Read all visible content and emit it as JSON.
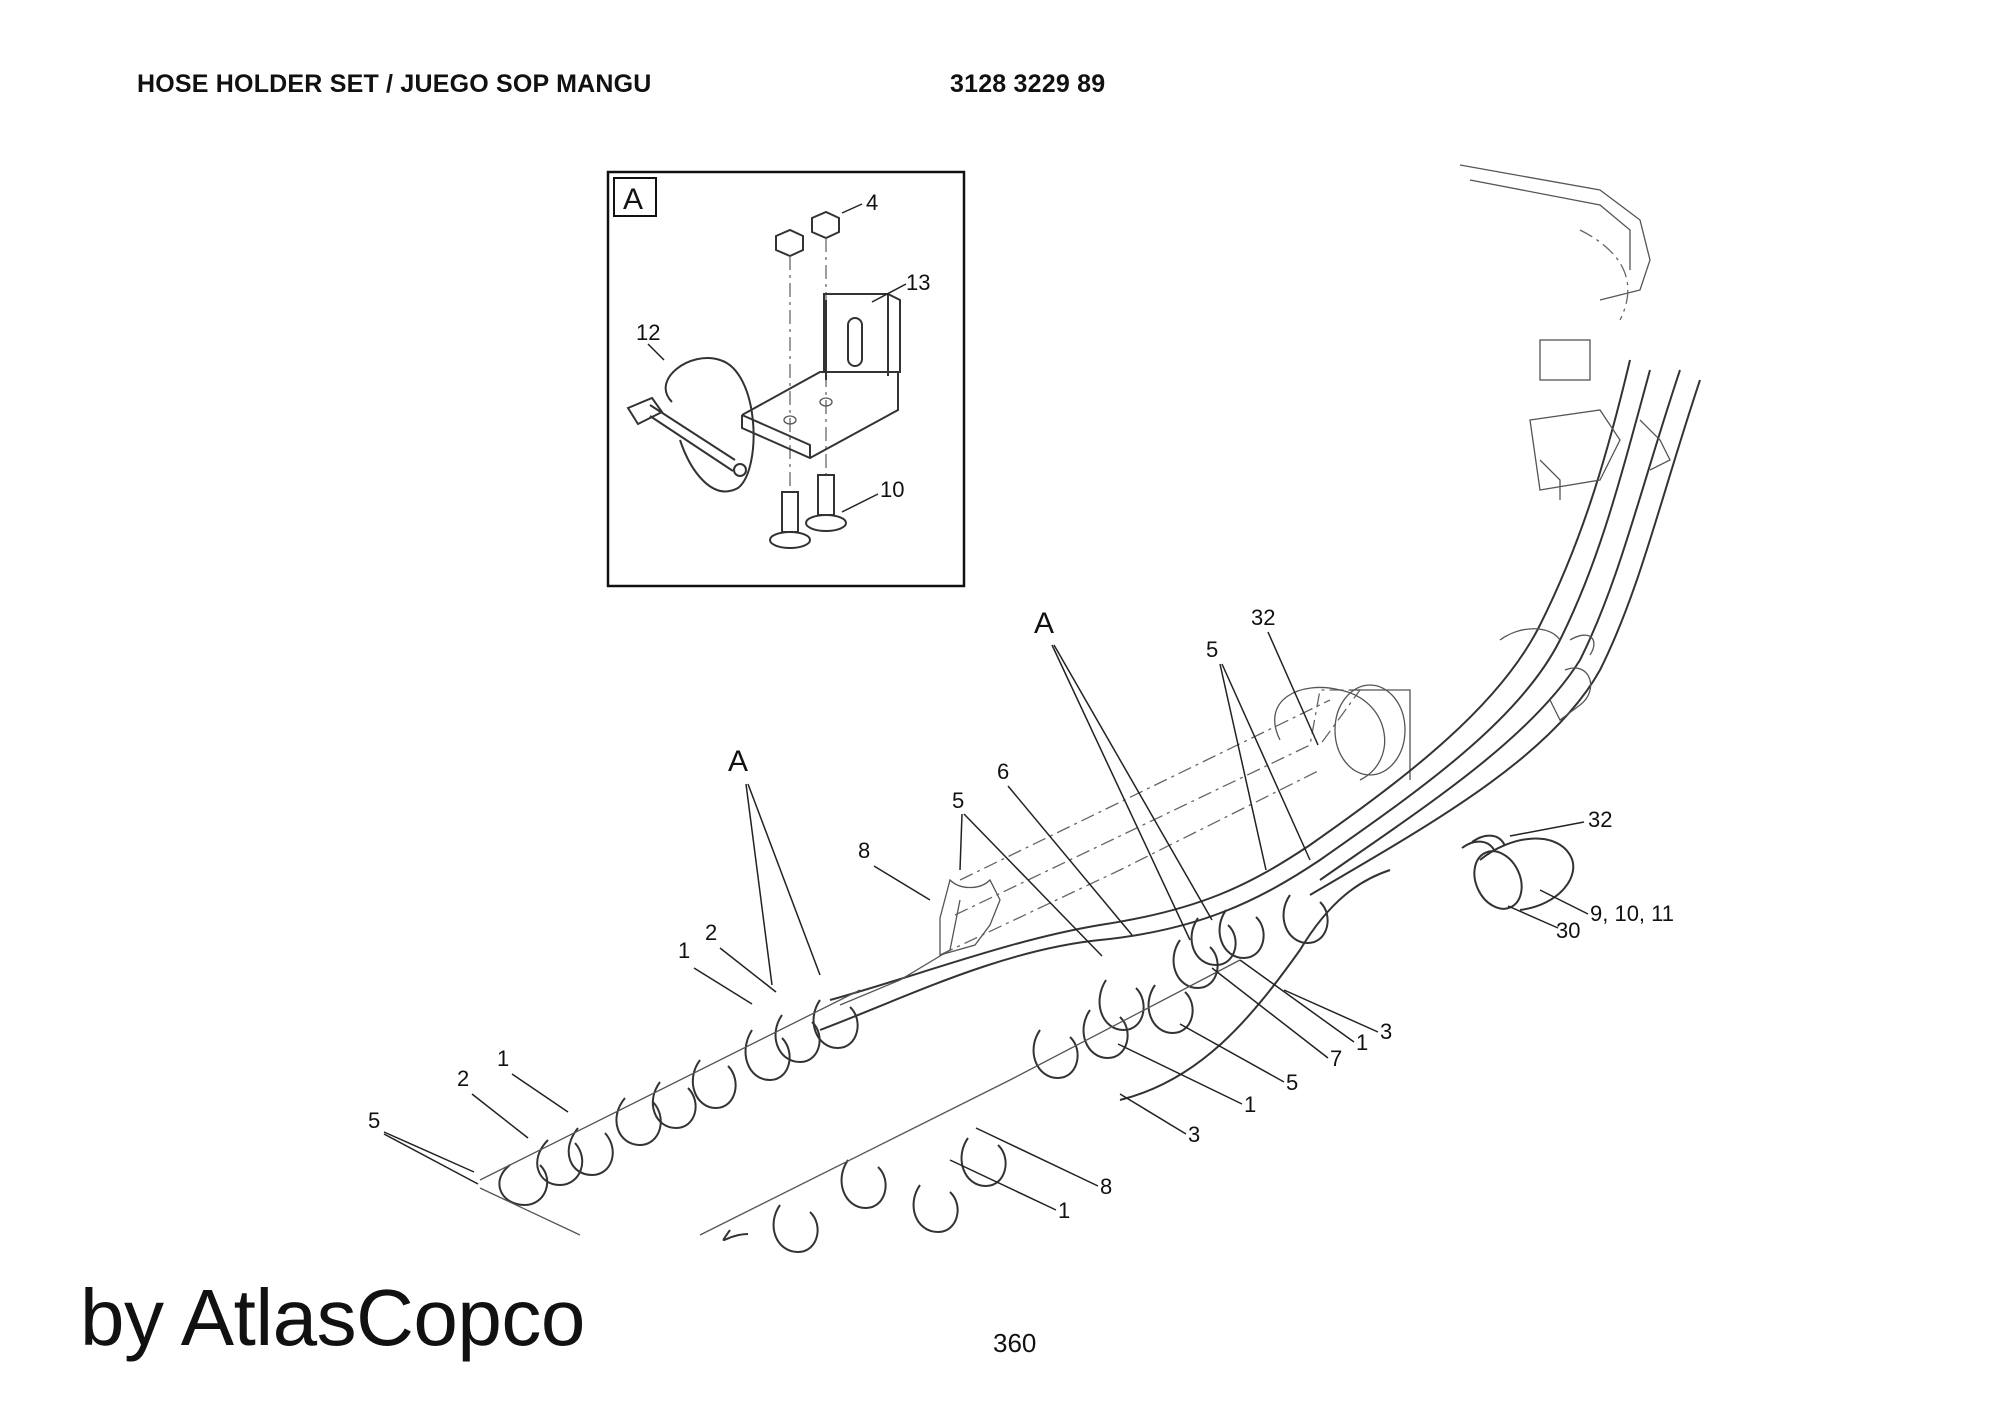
{
  "header": {
    "title": "HOSE HOLDER SET / JUEGO SOP MANGU",
    "part_number": "3128 3229 89"
  },
  "detail_box": {
    "label": "A",
    "callouts": [
      "4",
      "13",
      "12",
      "10"
    ]
  },
  "callouts": {
    "a1": "A",
    "a2": "A",
    "c32a": "32",
    "c5a": "5",
    "c6": "6",
    "c5b": "5",
    "c8a": "8",
    "c2a": "2",
    "c1a": "1",
    "c1b": "1",
    "c2b": "2",
    "c5c": "5",
    "c32b": "32",
    "c91011": "9, 10, 11",
    "c30": "30",
    "c3a": "3",
    "c1c": "1",
    "c7": "7",
    "c5d": "5",
    "c1d": "1",
    "c3b": "3",
    "c8b": "8",
    "c1e": "1"
  },
  "footer": {
    "brand": "by AtlasCopco",
    "page_number": "360"
  }
}
